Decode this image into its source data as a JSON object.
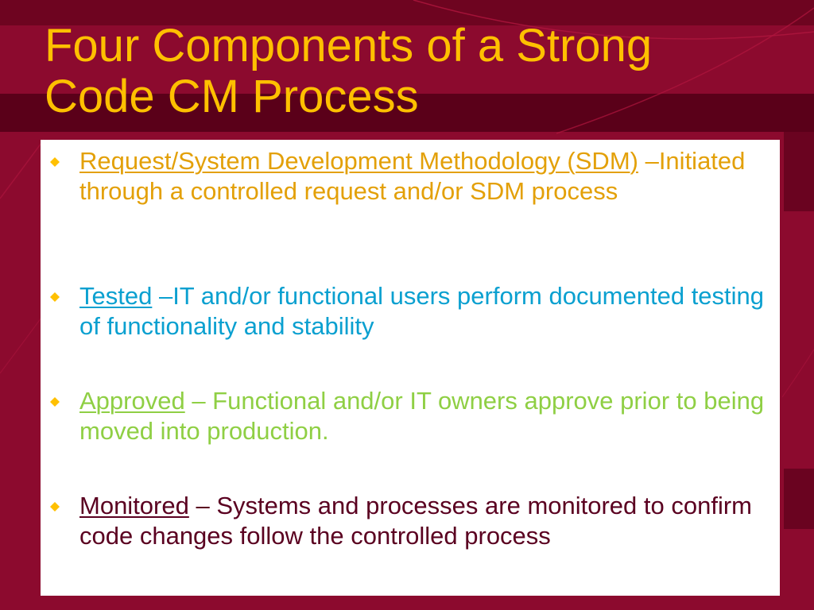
{
  "slide": {
    "title_line1": "Four Components of a Strong",
    "title_line2": "Code CM Process",
    "colors": {
      "background": "#8c0a2e",
      "title": "#ffc000",
      "bullet_marker": "#ffc000",
      "bullet1_text": "#e3a008",
      "bullet2_text": "#0aa0d0",
      "bullet3_text": "#8fcf44",
      "bullet4_text": "#5a0020"
    },
    "bullet_icon": "diamond-bullet-icon",
    "bullets": [
      {
        "term": "Request/System Development Methodology (SDM)",
        "text": " –Initiated through a controlled request and/or SDM process"
      },
      {
        "term": "Tested",
        "text": " –IT and/or functional users perform documented testing of functionality and stability"
      },
      {
        "term": "Approved",
        "text": " – Functional and/or IT owners approve prior to being moved into production."
      },
      {
        "term": "Monitored",
        "text": " – Systems and processes are monitored to confirm code changes follow the controlled process"
      }
    ]
  }
}
